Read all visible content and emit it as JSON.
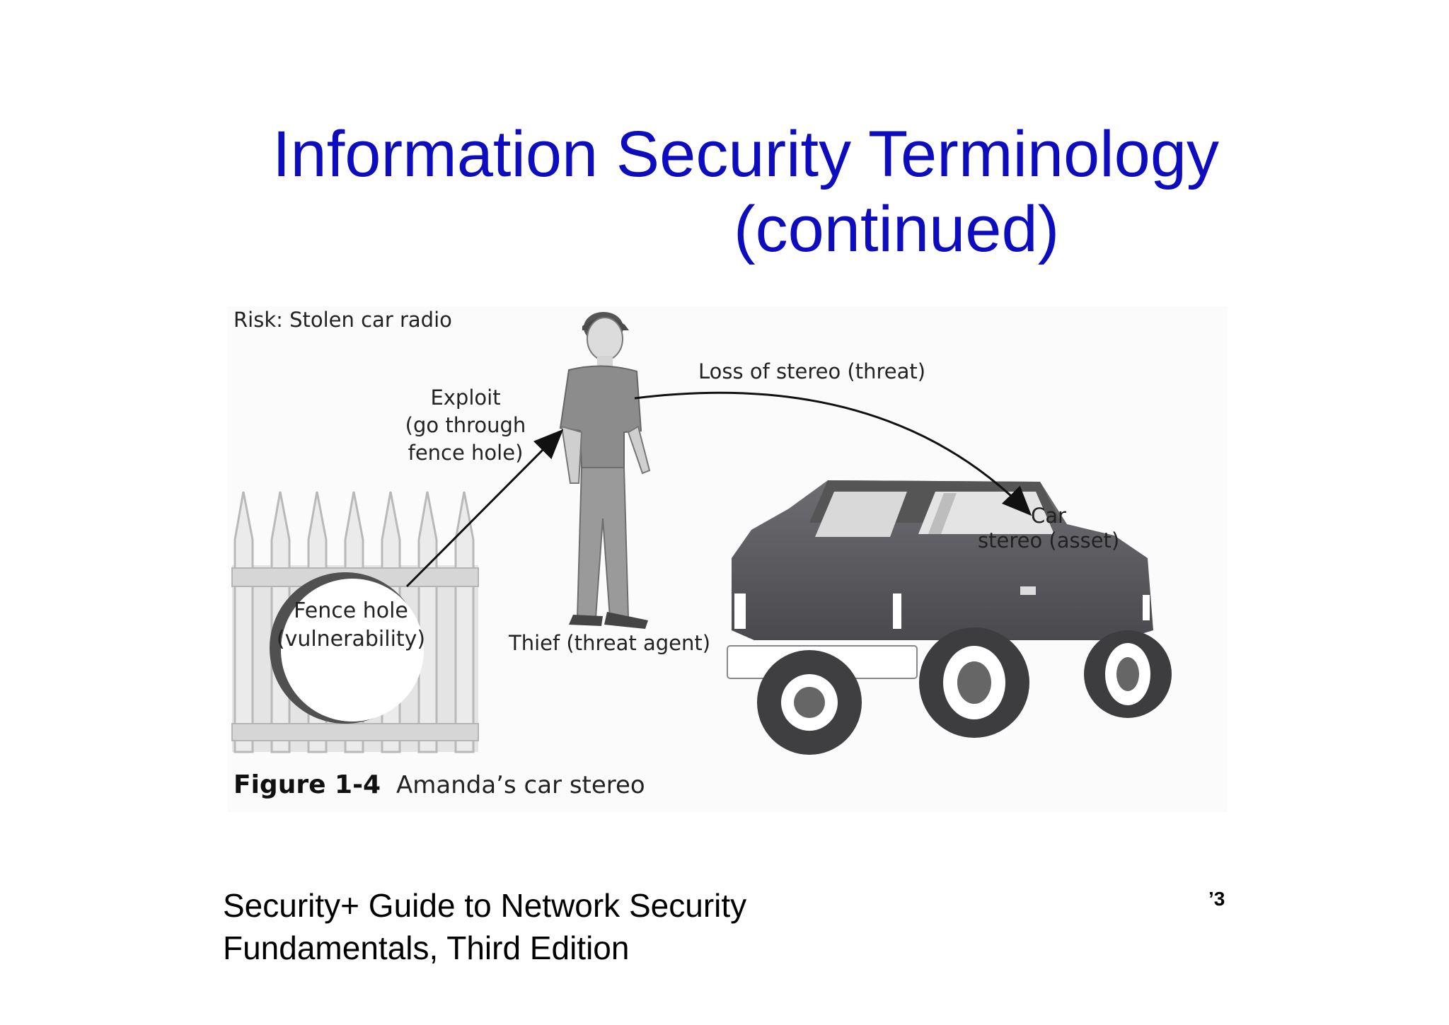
{
  "slide": {
    "title_line1": "Information Security Terminology",
    "title_line2": "(continued)"
  },
  "figure": {
    "risk_label": "Risk: Stolen car radio",
    "exploit_label": {
      "line1": "Exploit",
      "line2": "(go through",
      "line3": "fence hole)"
    },
    "threat_label": "Loss of stereo (threat)",
    "vulnerability_label": {
      "line1": "Fence hole",
      "line2": "(vulnerability)"
    },
    "threat_agent_label": "Thief (threat agent)",
    "asset_label": {
      "line1": "Car",
      "line2": "stereo (asset)"
    },
    "caption_number": "Figure 1-4",
    "caption_text": "Amanda’s car stereo"
  },
  "footer": {
    "line1": "Security+ Guide to Network Security",
    "line2": "Fundamentals, Third Edition",
    "page_number": "’3"
  }
}
